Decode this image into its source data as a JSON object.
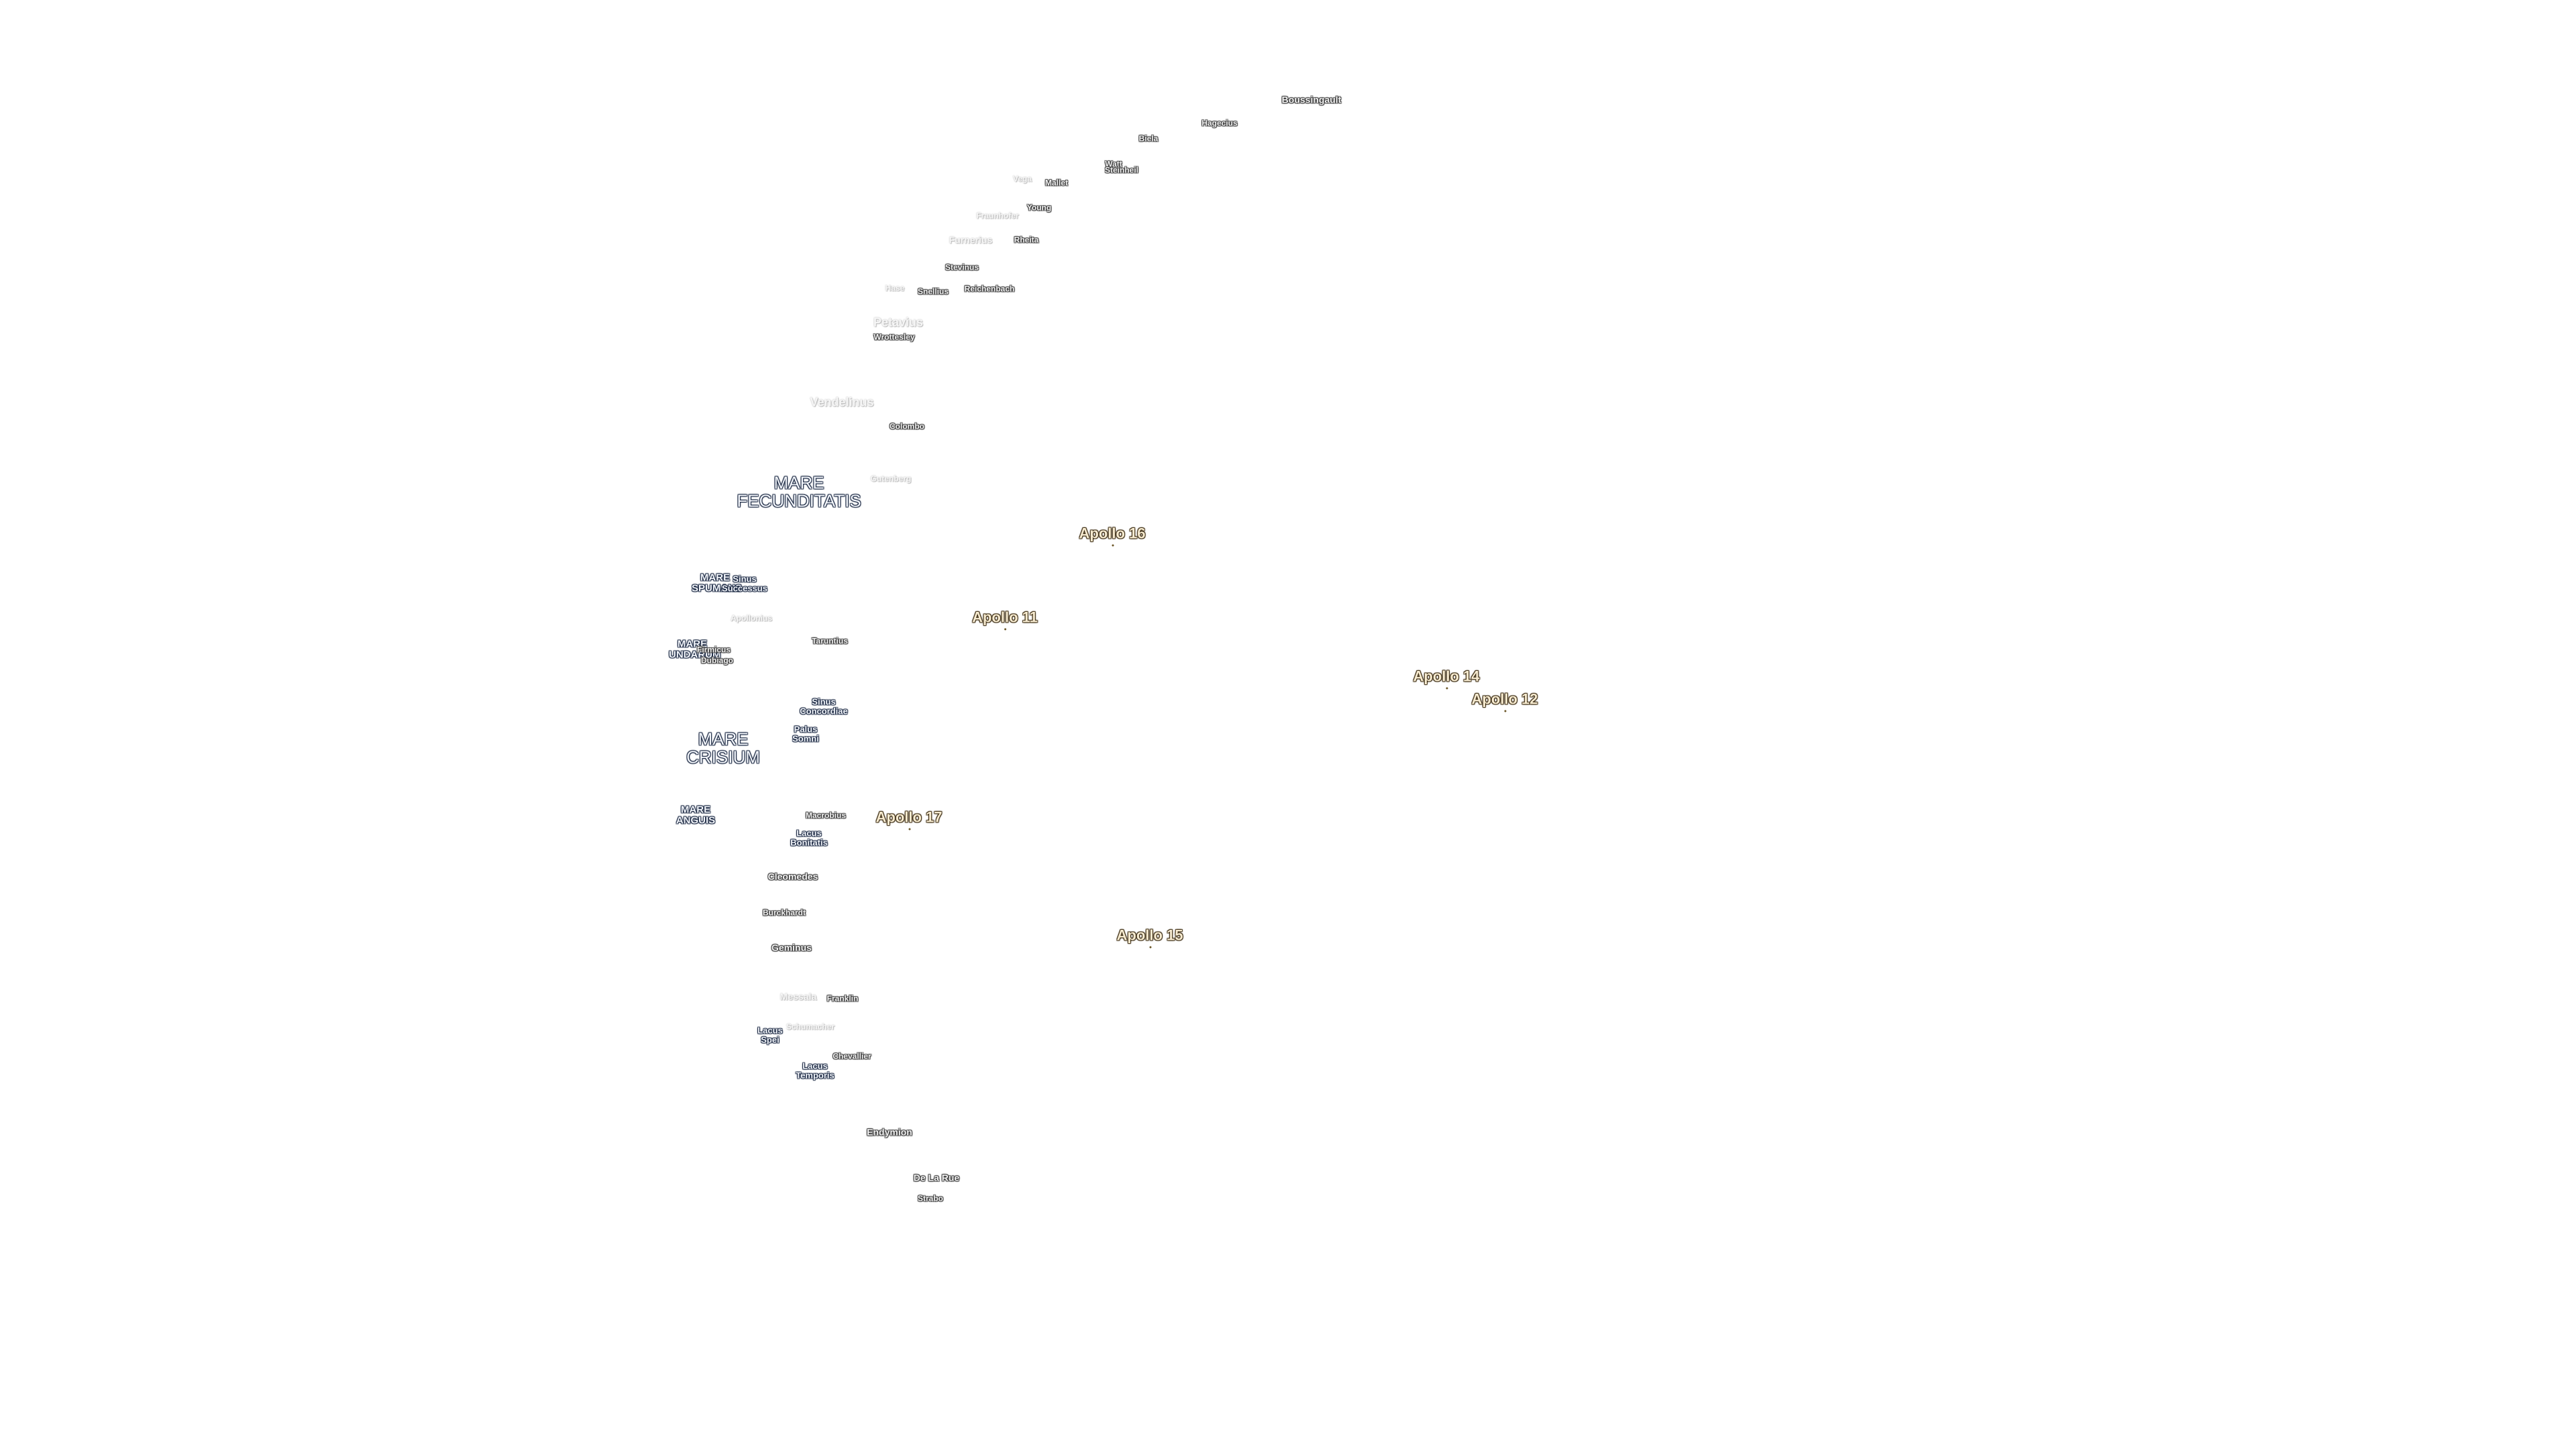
{
  "map": {
    "craters": [
      "Boussingault",
      "Hagecius",
      "Biela",
      "Watt",
      "Steinheil",
      "Vega",
      "Mallet",
      "Young",
      "Fraunhofer",
      "Furnerius",
      "Rheita",
      "Stevinus",
      "Hase",
      "Snellius",
      "Reichenbach",
      "Petavius",
      "Wrottesley",
      "Vendelinus",
      "Colombo",
      "Gutenberg",
      "Apollonius",
      "Taruntius",
      "Macrobius",
      "Cleomedes",
      "Burckhardt",
      "Geminus",
      "Messala",
      "Franklin",
      "Schumacher",
      "Chevallier",
      "Endymion",
      "De La Rue",
      "Strabo"
    ],
    "maria": [
      "MARE FECUNDITATIS",
      "MARE SPUMANS",
      "MARE UNDARUM",
      "MARE CRISIUM",
      "MARE ANGUIS"
    ],
    "lakes_bays": [
      "Sinus Successus",
      "Sinus Concordiae",
      "Palus Somni",
      "Lacus Bonitatis",
      "Lacus Spei",
      "Lacus Temporis",
      "Firmicus",
      "Dubiago"
    ],
    "landing_sites": [
      "Apollo 16",
      "Apollo 11",
      "Apollo 14",
      "Apollo 12",
      "Apollo 17",
      "Apollo 15"
    ]
  }
}
